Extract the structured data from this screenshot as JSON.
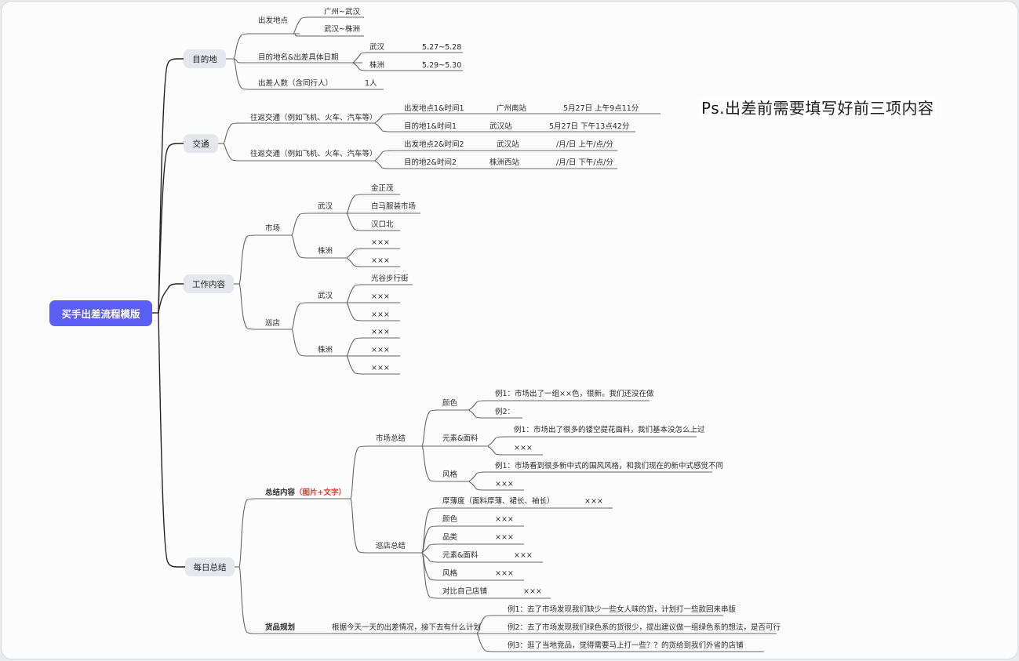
{
  "root": {
    "label": "买手出差流程模版",
    "color": "#5b5ff5"
  },
  "note": "Ps.出差前需要填写好前三项内容",
  "branches": {
    "destination": {
      "label": "目的地",
      "departure": {
        "label": "出发地点",
        "items": [
          "广州~武汉",
          "武汉~株洲"
        ]
      },
      "dest_dates": {
        "label": "目的地名&出差具体日期",
        "items": [
          {
            "place": "武汉",
            "date": "5.27~5.28"
          },
          {
            "place": "株洲",
            "date": "5.29~5.30"
          }
        ]
      },
      "people": {
        "label": "出差人数（含同行人）",
        "value": "1人"
      }
    },
    "transport": {
      "label": "交通",
      "legs": [
        {
          "label": "往返交通（例如飞机、火车、汽车等）",
          "rows": [
            {
              "name": "出发地点1&时间1",
              "station": "广州南站",
              "time": "5月27日 上午9点11分"
            },
            {
              "name": "目的地1&时间1",
              "station": "武汉站",
              "time": "5月27日 下午13点42分"
            }
          ]
        },
        {
          "label": "往返交通（例如飞机、火车、汽车等）",
          "rows": [
            {
              "name": "出发地点2&时间2",
              "station": "武汉站",
              "time": "/月/日 上午/点/分"
            },
            {
              "name": "目的地2&时间2",
              "station": "株洲西站",
              "time": "/月/日 下午/点/分"
            }
          ]
        }
      ]
    },
    "work": {
      "label": "工作内容",
      "market": {
        "label": "市场",
        "wuhan": {
          "label": "武汉",
          "items": [
            "金正茂",
            "白马服装市场",
            "汉口北"
          ]
        },
        "zhuzhou": {
          "label": "株洲",
          "items": [
            "×××",
            "×××"
          ]
        }
      },
      "stores": {
        "label": "巡店",
        "wuhan": {
          "label": "武汉",
          "items": [
            "光谷步行街",
            "×××",
            "×××"
          ]
        },
        "zhuzhou": {
          "label": "株洲",
          "items": [
            "×××",
            "×××",
            "×××"
          ]
        }
      }
    },
    "daily": {
      "label": "每日总结",
      "summary": {
        "label": "总结内容",
        "tag": "（图片+文字）",
        "tag_color": "#e8372d",
        "market": {
          "label": "市场总结",
          "color": {
            "label": "颜色",
            "items": [
              "例1：市场出了一组××色，很新。我们还没在做",
              "例2："
            ]
          },
          "material": {
            "label": "元素&面料",
            "items": [
              "例1：市场出了很多的镂空提花面料，我们基本没怎么上过",
              "×××"
            ]
          },
          "style": {
            "label": "风格",
            "items": [
              "例1：市场看到很多新中式的国风风格，和我们现在的新中式感觉不同",
              "×××"
            ]
          }
        },
        "stores": {
          "label": "巡店总结",
          "rows": [
            {
              "name": "厚薄度（面料厚薄、裙长、袖长）",
              "value": "×××"
            },
            {
              "name": "颜色",
              "value": "×××"
            },
            {
              "name": "品类",
              "value": "×××"
            },
            {
              "name": "元素&面料",
              "value": "×××"
            },
            {
              "name": "风格",
              "value": "×××"
            },
            {
              "name": "对比自己店铺",
              "value": "×××"
            }
          ]
        }
      },
      "planning": {
        "label": "货品规划",
        "desc": "根据今天一天的出差情况，接下去有什么计划",
        "items": [
          "例1：去了市场发现我们缺少一些女人味的货，计划打一些款回来串版",
          "例2：去了市场发现我们绿色系的货很少，提出建议做一组绿色系的想法，是否可行",
          "例3：逛了当地竞品，觉得需要马上打一些？？的货给到我们外省的店铺"
        ]
      }
    }
  }
}
